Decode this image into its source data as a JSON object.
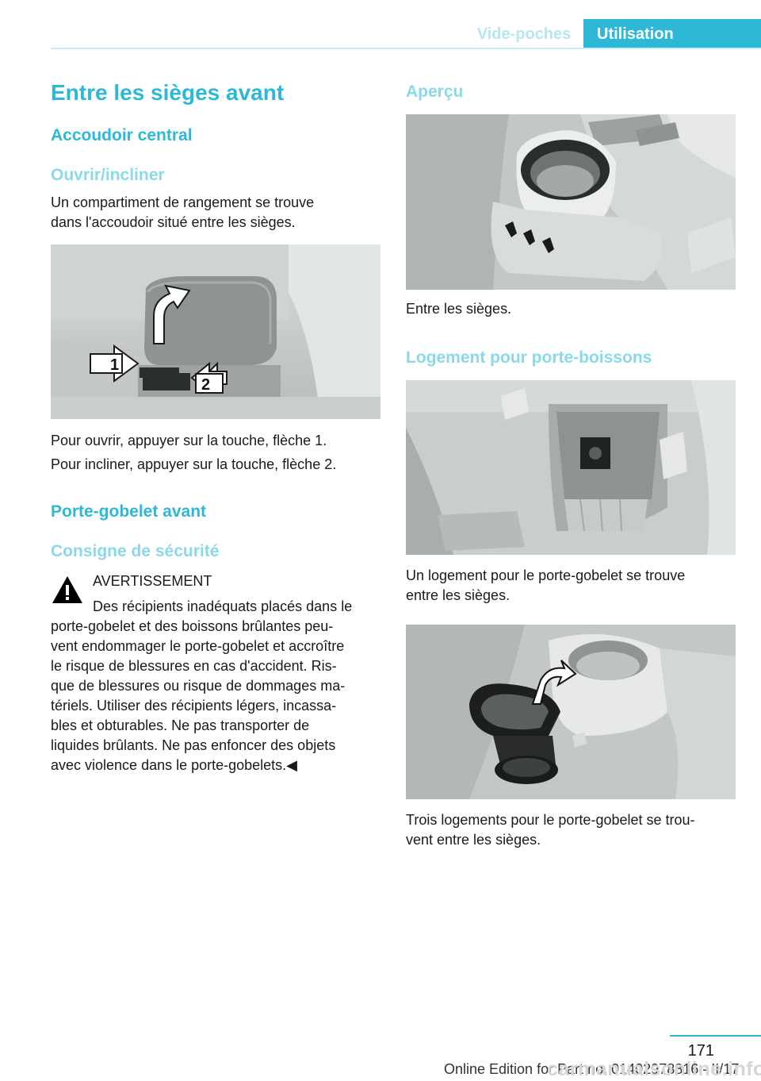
{
  "header": {
    "section": "Vide-poches",
    "chapter": "Utilisation"
  },
  "left": {
    "title": "Entre les sièges avant",
    "sub1": "Accoudoir central",
    "sub1_1": "Ouvrir/incliner",
    "p1_l1": "Un compartiment de rangement se trouve",
    "p1_l2": "dans l'accoudoir situé entre les sièges.",
    "figure1_callouts": [
      "1",
      "2"
    ],
    "p2": "Pour ouvrir, appuyer sur la touche, flèche 1.",
    "p3": "Pour incliner, appuyer sur la touche, flèche 2.",
    "sub2": "Porte-gobelet avant",
    "sub2_1": "Consigne de sécurité",
    "warning_label": "AVERTISSEMENT",
    "warning_lines": [
      "Des récipients inadéquats placés dans le",
      "porte-gobelet et des boissons brûlantes peu-",
      "vent endommager le porte-gobelet et accroître",
      "le risque de blessures en cas d'accident. Ris-",
      "que de blessures ou risque de dommages ma-",
      "tériels. Utiliser des récipients légers, incassa-",
      "bles et obturables. Ne pas transporter de",
      "liquides brûlants. Ne pas enfoncer des objets",
      "avec violence dans le porte-gobelets.◀"
    ]
  },
  "right": {
    "sub_apercu": "Aperçu",
    "cap1": "Entre les sièges.",
    "sub_logement": "Logement pour porte-boissons",
    "cap2_l1": "Un logement pour le porte-gobelet se trouve",
    "cap2_l2": "entre les sièges.",
    "cap3_l1": "Trois logements pour le porte-gobelet se trou-",
    "cap3_l2": "vent entre les sièges."
  },
  "footer": {
    "page_number": "171",
    "edition": "Online Edition for Part no. 01402978816 - II/17",
    "watermark": "carmanualsonline.info"
  }
}
